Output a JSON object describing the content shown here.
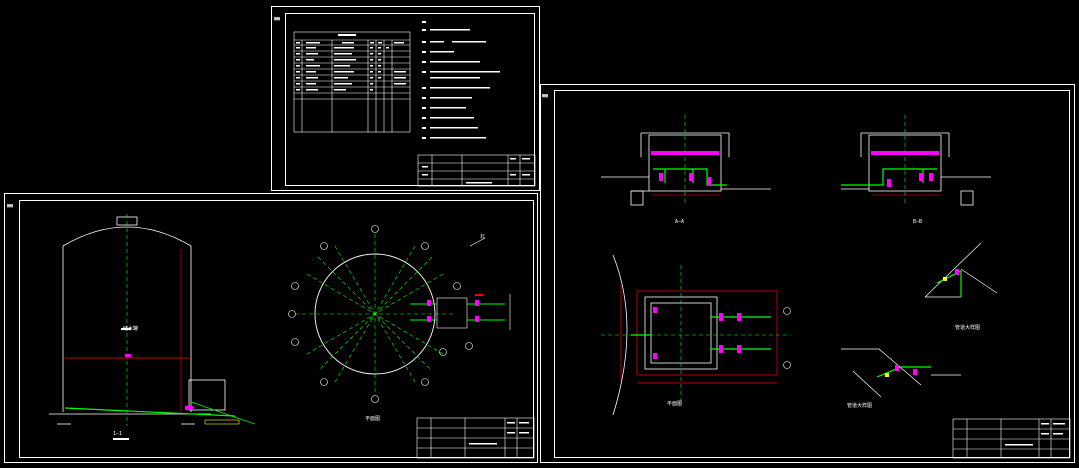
{
  "colors": {
    "background": "#000000",
    "frame": "#ffffff",
    "centerline": "#00ff00",
    "hidden": "#00ff00",
    "dimension": "#ff0000",
    "highlight": "#ff00ff",
    "pipe": "#00ff00",
    "annotation": "#ffff00"
  },
  "sheets": [
    {
      "name": "sheet-notes",
      "stamp": "▦▦"
    },
    {
      "name": "sheet-tank",
      "stamp": "▦▦"
    },
    {
      "name": "sheet-pump-room",
      "stamp": "▦▦"
    }
  ],
  "tank_sheet": {
    "section_label": "1—1",
    "plan_label": "平面图",
    "tank_label": "储水罐",
    "north_label": "北"
  },
  "pump_sheet": {
    "section_a_label": "A—A",
    "section_b_label": "B—B",
    "plan_label": "平面图",
    "detail1_label": "管道大样图",
    "detail2_label": "管道大样图"
  }
}
